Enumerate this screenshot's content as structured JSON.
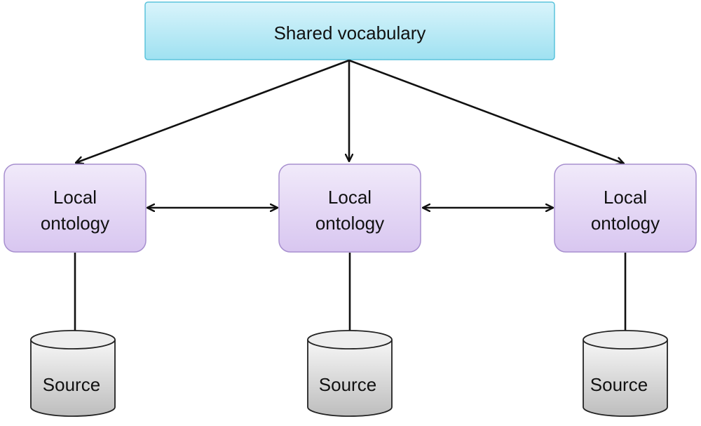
{
  "shared_vocabulary": {
    "label": "Shared vocabulary"
  },
  "local_ontologies": [
    {
      "line1": "Local",
      "line2": "ontology"
    },
    {
      "line1": "Local",
      "line2": "ontology"
    },
    {
      "line1": "Local",
      "line2": "ontology"
    }
  ],
  "sources": [
    {
      "label": "Source"
    },
    {
      "label": "Source"
    },
    {
      "label": "Source"
    }
  ],
  "colors": {
    "vocabulary_fill_top": "#d9f4fb",
    "vocabulary_fill_bottom": "#9fe1f1",
    "vocabulary_stroke": "#5bc3dc",
    "ontology_fill_top": "#f1eafa",
    "ontology_fill_bottom": "#d8c6f0",
    "ontology_stroke": "#a78fcf",
    "source_fill_top": "#f7f7f7",
    "source_fill_bottom": "#c4c4c4",
    "source_stroke": "#222222",
    "arrow": "#111111"
  }
}
